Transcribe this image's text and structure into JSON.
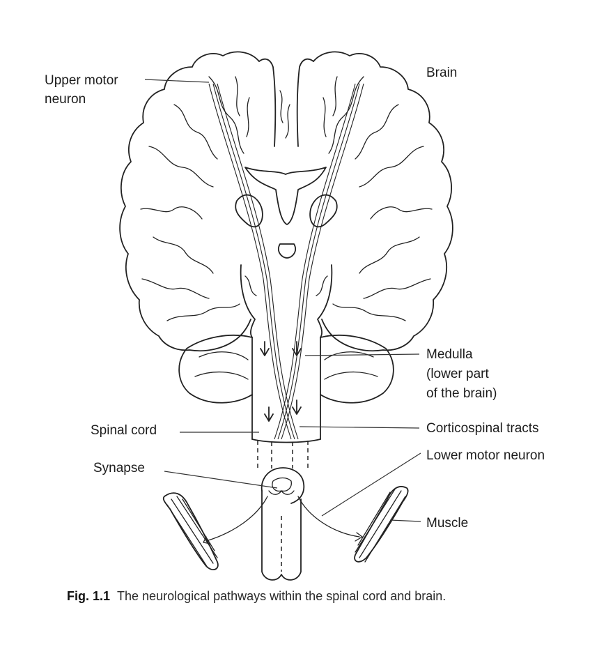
{
  "diagram": {
    "labels": {
      "upper_motor_neuron_line1": "Upper motor",
      "upper_motor_neuron_line2": "neuron",
      "brain": "Brain",
      "medulla_line1": "Medulla",
      "medulla_line2": "(lower part",
      "medulla_line3": "of the brain)",
      "spinal_cord": "Spinal cord",
      "corticospinal_tracts": "Corticospinal tracts",
      "synapse": "Synapse",
      "lower_motor_neuron": "Lower motor neuron",
      "muscle": "Muscle"
    }
  },
  "caption": {
    "number": "Fig. 1.1",
    "text": "The neurological pathways within the spinal cord and brain."
  }
}
